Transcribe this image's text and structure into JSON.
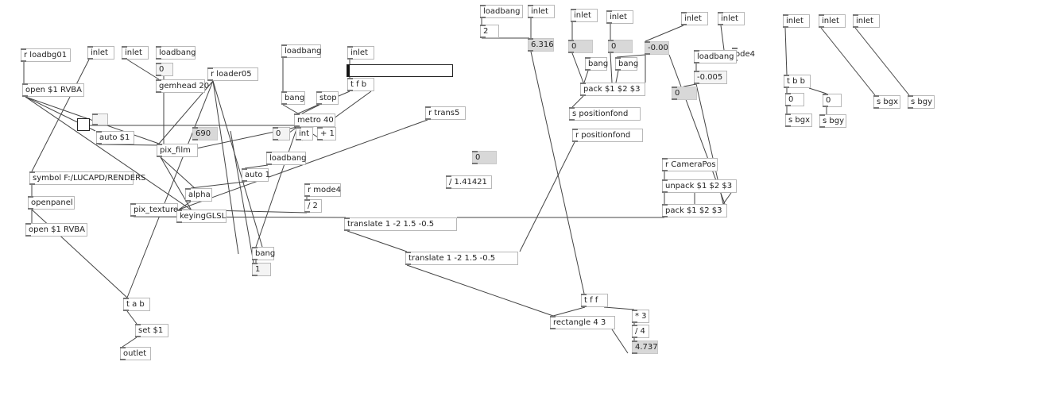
{
  "patch": {
    "objects": {
      "r_loadbg01": "r loadbg01",
      "inlet_1": "inlet",
      "inlet_2": "inlet",
      "loadbang_1": "loadbang",
      "num_0_a": "0",
      "gemhead": "gemhead 20",
      "r_loader05": "r loader05",
      "loadbang_2": "loadbang",
      "inlet_3": "inlet",
      "open_rvba_1": "open $1 RVBA",
      "auto_1": "auto $1",
      "bang_1": "bang",
      "stop": "stop",
      "tfb": "t f b",
      "metro": "metro 40",
      "num_0_b": "0",
      "int": "int",
      "plus1": "+ 1",
      "num_690": "690",
      "pix_film": "pix_film",
      "loadbang_3": "loadbang",
      "auto1": "auto 1",
      "alpha": "alpha",
      "r_trans5": "r trans5",
      "symbol_path": "symbol F:/LUCAPD/RENDERS",
      "openpanel": "openpanel",
      "open_rvba_2": "open $1 RVBA",
      "pix_texture": "pix_texture",
      "keying": "keyingGLSL",
      "r_mode4": "r mode4",
      "div2": "/ 2",
      "translate_1": "translate 1 -2 1.5 -0.5",
      "translate_2": "translate 1 -2 1.5 -0.5",
      "bang_2": "bang",
      "toggle_val": "1",
      "tab": "t a b",
      "set1": "set $1",
      "outlet": "outlet",
      "loadbang_4": "loadbang",
      "inlet_4": "inlet",
      "msg_2": "2",
      "num_6316": "6.316",
      "num_0_c": "0",
      "div_141": "/ 1.41421",
      "inlet_5": "inlet",
      "inlet_6": "inlet",
      "num_0_d": "0",
      "num_0_e": "0",
      "num_neg000": "-0.00",
      "bang_3": "bang",
      "bang_4": "bang",
      "pack_1": "pack $1 $2 $3",
      "s_positionfond": "s positionfond",
      "r_positionfond": "r positionfond",
      "inlet_7": "inlet",
      "inlet_8": "inlet",
      "ode4": "ode4",
      "loadbang_5": "loadbang",
      "num_neg0005": "-0.005",
      "num_0_f": "0",
      "r_camerapos": "r CameraPos",
      "unpack": "unpack $1 $2 $3",
      "pack_2": "pack $1 $2 $3",
      "tff": "t f f",
      "rectangle": "rectangle 4 3",
      "mul3": "* 3",
      "div4": "/ 4",
      "num_4737": "4.737",
      "inlet_9": "inlet",
      "inlet_10": "inlet",
      "inlet_11": "inlet",
      "tbb": "t b b",
      "num_0_g": "0",
      "num_0_h": "0",
      "s_bgx": "s bgx",
      "s_bgy": "s bgy",
      "s_bgx_2": "s bgx",
      "s_bgy_2": "s bgy"
    }
  }
}
